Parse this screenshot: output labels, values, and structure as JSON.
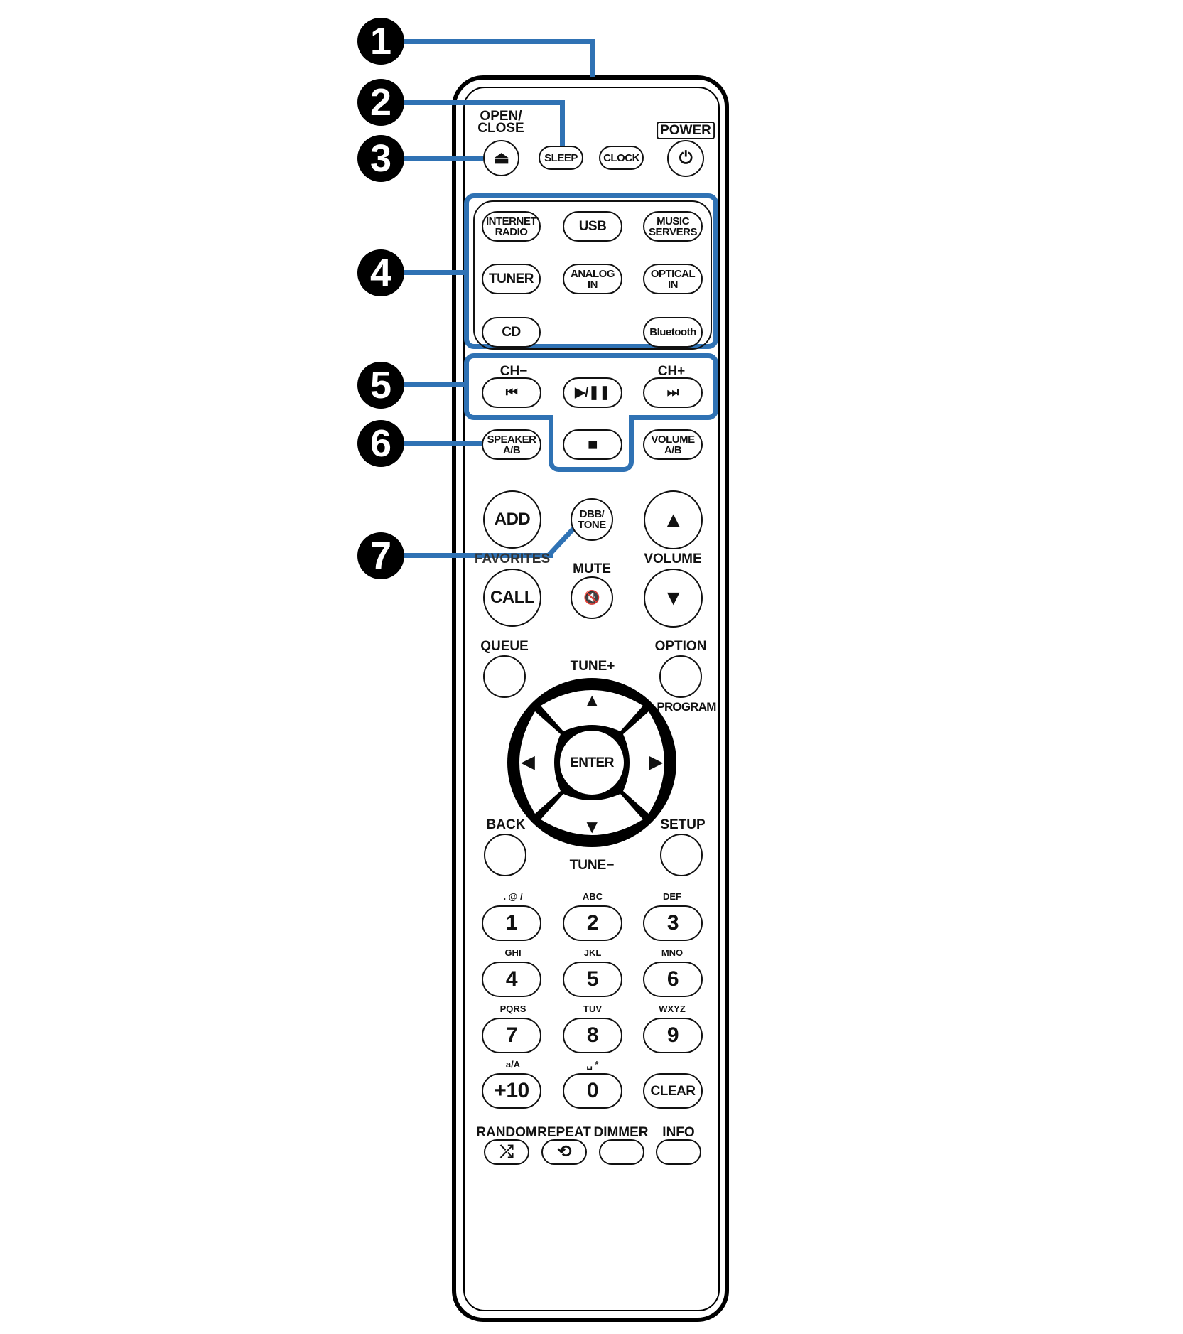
{
  "callouts": [
    {
      "n": "1",
      "target": "remote-body"
    },
    {
      "n": "2",
      "target": "sleep"
    },
    {
      "n": "3",
      "target": "open-close"
    },
    {
      "n": "4",
      "target": "input-source-buttons"
    },
    {
      "n": "5",
      "target": "system-buttons"
    },
    {
      "n": "6",
      "target": "speaker-ab"
    },
    {
      "n": "7",
      "target": "dbb-tone"
    }
  ],
  "colors": {
    "callout_line": "#2f72b4",
    "callout_circle": "#000000",
    "outline": "#111111"
  },
  "top_row": {
    "open_close_label_1": "OPEN/",
    "open_close_label_2": "CLOSE",
    "open_close_icon": "⏏",
    "sleep": "SLEEP",
    "clock": "CLOCK",
    "power_label": "POWER",
    "power_icon": "⏻"
  },
  "sources": [
    {
      "l1": "INTERNET",
      "l2": "RADIO"
    },
    {
      "l1": "USB",
      "l2": ""
    },
    {
      "l1": "MUSIC",
      "l2": "SERVERS"
    },
    {
      "l1": "TUNER",
      "l2": ""
    },
    {
      "l1": "ANALOG",
      "l2": "IN"
    },
    {
      "l1": "OPTICAL",
      "l2": "IN"
    },
    {
      "l1": "CD",
      "l2": ""
    },
    {
      "l1": "Bluetooth",
      "l2": ""
    }
  ],
  "transport": {
    "ch_minus": "CH−",
    "ch_plus": "CH+",
    "prev_icon": "⏮",
    "play_pause_icon": "▶/❚❚",
    "next_icon": "⏭",
    "stop_icon": "■"
  },
  "speaker_ab": {
    "l1": "SPEAKER",
    "l2": "A/B"
  },
  "volume_ab": {
    "l1": "VOLUME",
    "l2": "A/B"
  },
  "favorites": {
    "add": "ADD",
    "label": "FAVORITES",
    "call": "CALL"
  },
  "dbb_tone": {
    "l1": "DBB/",
    "l2": "TONE"
  },
  "mute": {
    "label": "MUTE",
    "icon": "🔇"
  },
  "volume": {
    "label": "VOLUME",
    "up_icon": "▲",
    "down_icon": "▼"
  },
  "nav": {
    "queue": "QUEUE",
    "option": "OPTION",
    "program": "PROGRAM",
    "tune_plus": "TUNE+",
    "tune_minus": "TUNE−",
    "back": "BACK",
    "setup": "SETUP",
    "enter": "ENTER",
    "up_icon": "▲",
    "down_icon": "▼",
    "left_icon": "◀",
    "right_icon": "▶"
  },
  "keypad": [
    {
      "sub": ". @ /",
      "key": "1"
    },
    {
      "sub": "ABC",
      "key": "2"
    },
    {
      "sub": "DEF",
      "key": "3"
    },
    {
      "sub": "GHI",
      "key": "4"
    },
    {
      "sub": "JKL",
      "key": "5"
    },
    {
      "sub": "MNO",
      "key": "6"
    },
    {
      "sub": "PQRS",
      "key": "7"
    },
    {
      "sub": "TUV",
      "key": "8"
    },
    {
      "sub": "WXYZ",
      "key": "9"
    },
    {
      "sub": "a/A",
      "key": "+10"
    },
    {
      "sub": "␣ *",
      "key": "0"
    },
    {
      "sub": "",
      "key": "CLEAR"
    }
  ],
  "bottom_row": [
    {
      "label": "RANDOM",
      "icon": "⤮"
    },
    {
      "label": "REPEAT",
      "icon": "⟲"
    },
    {
      "label": "DIMMER",
      "icon": ""
    },
    {
      "label": "INFO",
      "icon": ""
    }
  ]
}
